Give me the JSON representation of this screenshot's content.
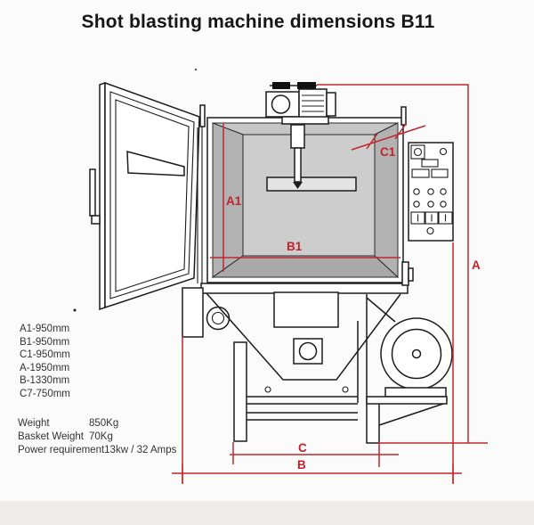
{
  "title": "Shot blasting machine dimensions B11",
  "dimension_labels": {
    "a1": "A1",
    "b1": "B1",
    "c1": "C1",
    "a": "A",
    "b": "B",
    "c": "C"
  },
  "dimension_list": {
    "items": [
      "A1-950mm",
      "B1-950mm",
      "C1-950mm",
      "A-1950mm",
      "B-1330mm",
      "C7-750mm"
    ]
  },
  "specs": {
    "rows": [
      {
        "label": "Weight",
        "value": "850Kg"
      },
      {
        "label": "Basket Weight",
        "value": "70Kg"
      },
      {
        "label": "Power requirement",
        "value": "13kw / 32 Amps"
      }
    ]
  },
  "colors": {
    "dimension_red": "#c1282e",
    "line_black": "#1c1c1c",
    "wall_side": "#b2b2b2",
    "wall_back": "#cdcdcd",
    "chamber_floor": "#a9a9a9",
    "bottom_strip": "#edeceb"
  }
}
